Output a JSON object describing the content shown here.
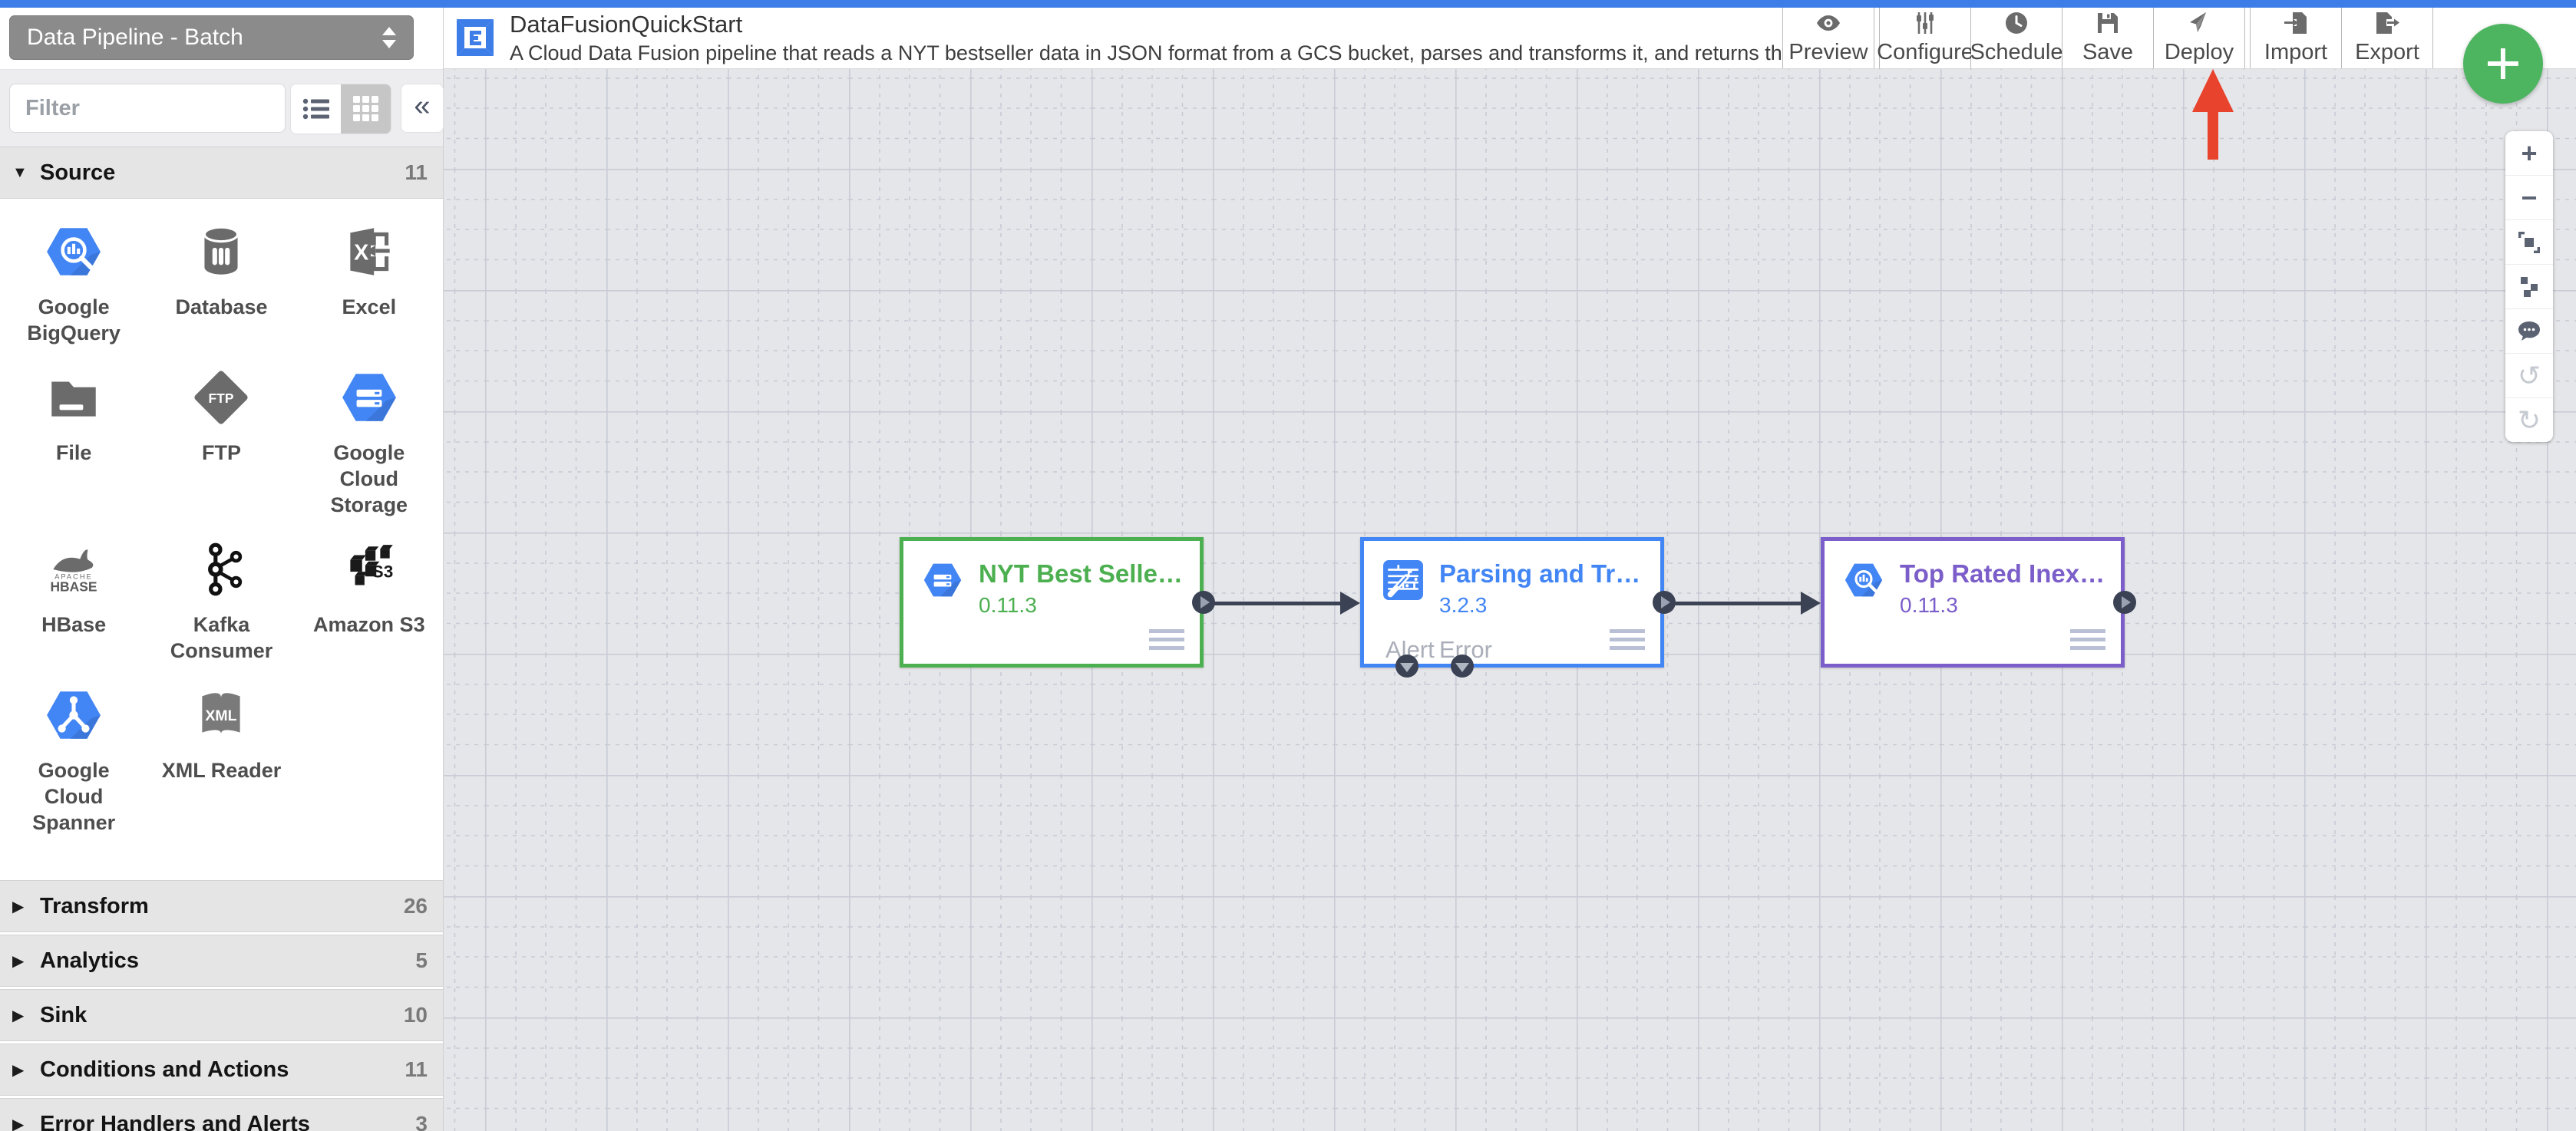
{
  "app": {
    "top_accent_color": "#3d7de8",
    "pipeline_type_selector": "Data Pipeline - Batch",
    "title": "DataFusionQuickStart",
    "description": "A Cloud Data Fusion pipeline that reads a NYT bestseller data in JSON format from a GCS bucket, parses and transforms it, and returns the top rated book…"
  },
  "toolbar": {
    "preview": "Preview",
    "configure": "Configure",
    "schedule": "Schedule",
    "save": "Save",
    "deploy": "Deploy",
    "import": "Import",
    "export": "Export"
  },
  "icons": {
    "caret_down": "▼",
    "caret_right": "▶",
    "collapse_panel": "«",
    "zoom_in": "+",
    "zoom_out": "−",
    "undo": "↺",
    "redo": "↻",
    "add": "+"
  },
  "sidebar": {
    "filter_placeholder": "Filter",
    "sections": {
      "source": {
        "label": "Source",
        "count": "11"
      },
      "transform": {
        "label": "Transform",
        "count": "26"
      },
      "analytics": {
        "label": "Analytics",
        "count": "5"
      },
      "sink": {
        "label": "Sink",
        "count": "10"
      },
      "conditions": {
        "label": "Conditions and Actions",
        "count": "11"
      },
      "errors": {
        "label": "Error Handlers and Alerts",
        "count": "3"
      }
    },
    "plugins": [
      {
        "label": "Google BigQuery"
      },
      {
        "label": "Database"
      },
      {
        "label": "Excel"
      },
      {
        "label": "File"
      },
      {
        "label": "FTP"
      },
      {
        "label": "Google Cloud Storage"
      },
      {
        "label": "HBase"
      },
      {
        "label": "Kafka Consumer"
      },
      {
        "label": "Amazon S3"
      },
      {
        "label": "Google Cloud Spanner"
      },
      {
        "label": "XML Reader"
      }
    ],
    "icon_texts": {
      "ftp": "FTP",
      "s3": "S3",
      "xml": "XML",
      "hbase_brand": "HBASE",
      "hbase_small": "APACHE",
      "excel_x": "X"
    }
  },
  "canvas": {
    "nodes": [
      {
        "title": "NYT Best Selle…",
        "version": "0.11.3",
        "accent": "#4caf50"
      },
      {
        "title": "Parsing and Tr…",
        "version": "3.2.3",
        "accent": "#4285f4",
        "alert_label": "Alert",
        "error_label": "Error"
      },
      {
        "title": "Top Rated Inex…",
        "version": "0.11.3",
        "accent": "#7b5ec9"
      }
    ],
    "annotation_arrow_color": "#e8432c"
  }
}
